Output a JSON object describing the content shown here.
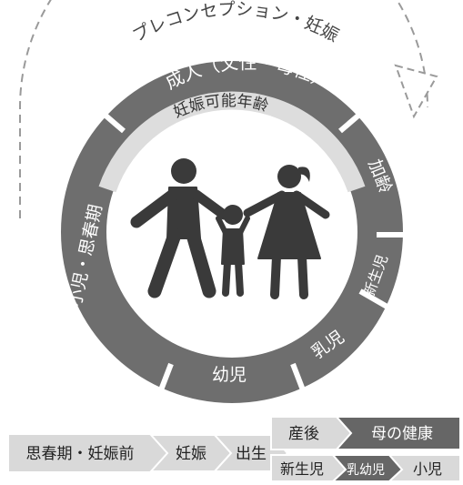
{
  "diagram": {
    "outer_label": "プレコンセプション・妊娠",
    "stages": {
      "adult": "成人（父性・母性）",
      "fertile": "妊娠可能年齢",
      "aging": "加齢",
      "newborn": "新生児",
      "infant": "乳児",
      "toddler": "幼児",
      "child_adolescent": "小児・思春期"
    },
    "colors": {
      "ring_dark": "#6e6e6e",
      "ring_light": "#dddddd",
      "figure": "#3a3a3a",
      "arrow_dash": "#9a9a9a"
    }
  },
  "timeline": {
    "steps": {
      "adolescence_prepregnancy": "思春期・妊娠前",
      "pregnancy": "妊娠",
      "birth": "出生",
      "postpartum": "産後",
      "maternal_health": "母の健康",
      "newborn": "新生児",
      "infant_toddler": "乳幼児",
      "child": "小児"
    },
    "colors": {
      "light": "#d9d9d9",
      "dark": "#666666",
      "text_dark": "#222222",
      "text_light": "#ffffff"
    }
  }
}
